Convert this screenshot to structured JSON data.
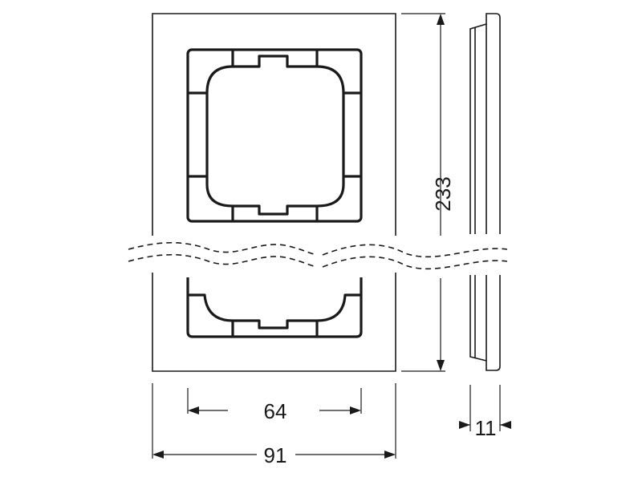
{
  "dimensions": {
    "inner_width": "64",
    "outer_width": "91",
    "height": "233",
    "depth": "11"
  },
  "colors": {
    "line": "#1a1a1a",
    "background": "#ffffff"
  }
}
